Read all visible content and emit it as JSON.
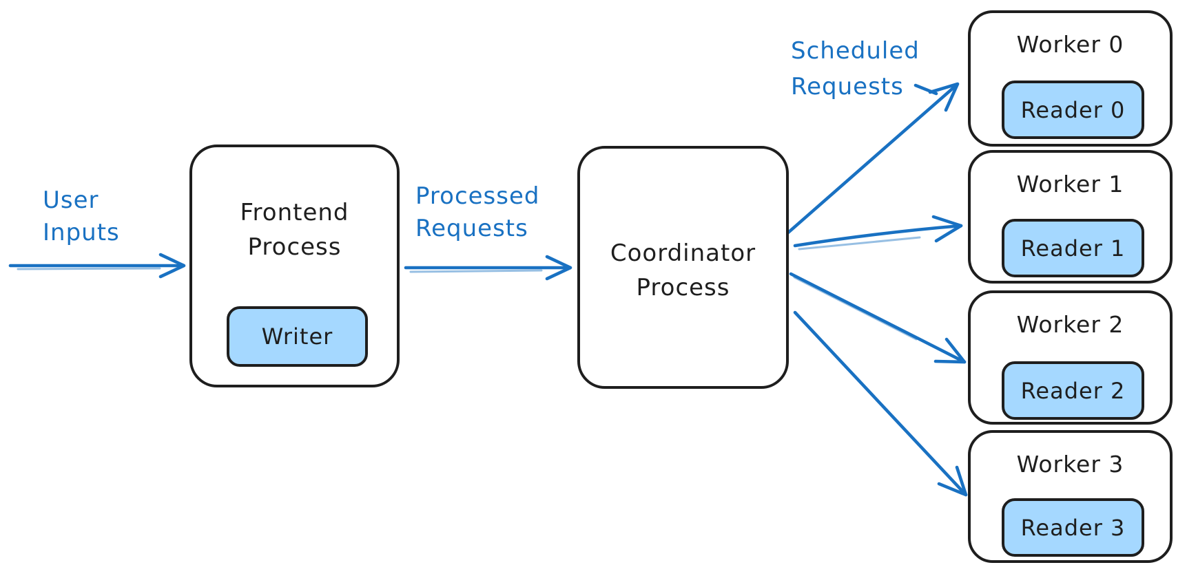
{
  "colors": {
    "stroke": "#1e1e1e",
    "accent": "#1971c2",
    "chip_fill": "#a5d8ff",
    "background": "#ffffff"
  },
  "labels": {
    "user_inputs": {
      "line1": "User",
      "line2": "Inputs"
    },
    "processed_requests": {
      "line1": "Processed",
      "line2": "Requests"
    },
    "scheduled_requests": {
      "line1": "Scheduled",
      "line2": "Requests"
    }
  },
  "nodes": {
    "frontend": {
      "line1": "Frontend",
      "line2": "Process",
      "chip": "Writer"
    },
    "coordinator": {
      "line1": "Coordinator",
      "line2": "Process"
    },
    "workers": [
      {
        "title": "Worker 0",
        "reader": "Reader 0"
      },
      {
        "title": "Worker 1",
        "reader": "Reader 1"
      },
      {
        "title": "Worker 2",
        "reader": "Reader 2"
      },
      {
        "title": "Worker 3",
        "reader": "Reader 3"
      }
    ]
  }
}
